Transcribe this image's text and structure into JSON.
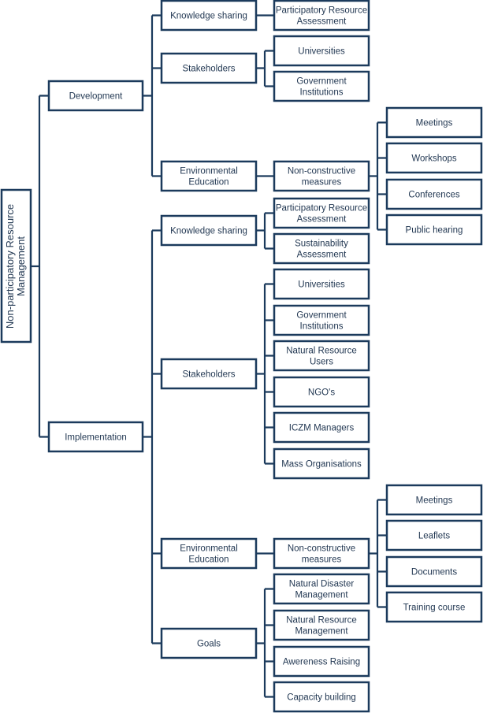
{
  "root": "Non-participatory Resource Management",
  "branches": {
    "development": "Development",
    "implementation": "Implementation"
  },
  "dev": {
    "knowledge_sharing": "Knowledge sharing",
    "participatory_assessment": "Participatory Resource Assessment",
    "stakeholders": "Stakeholders",
    "universities": "Universities",
    "government_institutions": "Government Institutions",
    "environmental_education": "Environmental Education",
    "non_constructive_measures": "Non-constructive measures",
    "meetings": "Meetings",
    "workshops": "Workshops",
    "conferences": "Conferences",
    "public_hearing": "Public hearing"
  },
  "impl": {
    "knowledge_sharing": "Knowledge sharing",
    "participatory_assessment": "Participatory Resource Assessment",
    "sustainability_assessment": "Sustainability Assessment",
    "stakeholders": "Stakeholders",
    "universities": "Universities",
    "government_institutions": "Government Institutions",
    "natural_resource_users": "Natural Resource Users",
    "ngos": "NGO's",
    "iczm_managers": "ICZM Managers",
    "mass_organisations": "Mass Organisations",
    "environmental_education": "Environmental Education",
    "non_constructive_measures": "Non-constructive measures",
    "meetings": "Meetings",
    "leaflets": "Leaflets",
    "documents": "Documents",
    "training_course": "Training course",
    "goals": "Goals",
    "natural_disaster_management": "Natural Disaster Management",
    "natural_resource_management": "Natural Resource Management",
    "awareness_raising": "Awereness Raising",
    "capacity_building": "Capacity building"
  }
}
